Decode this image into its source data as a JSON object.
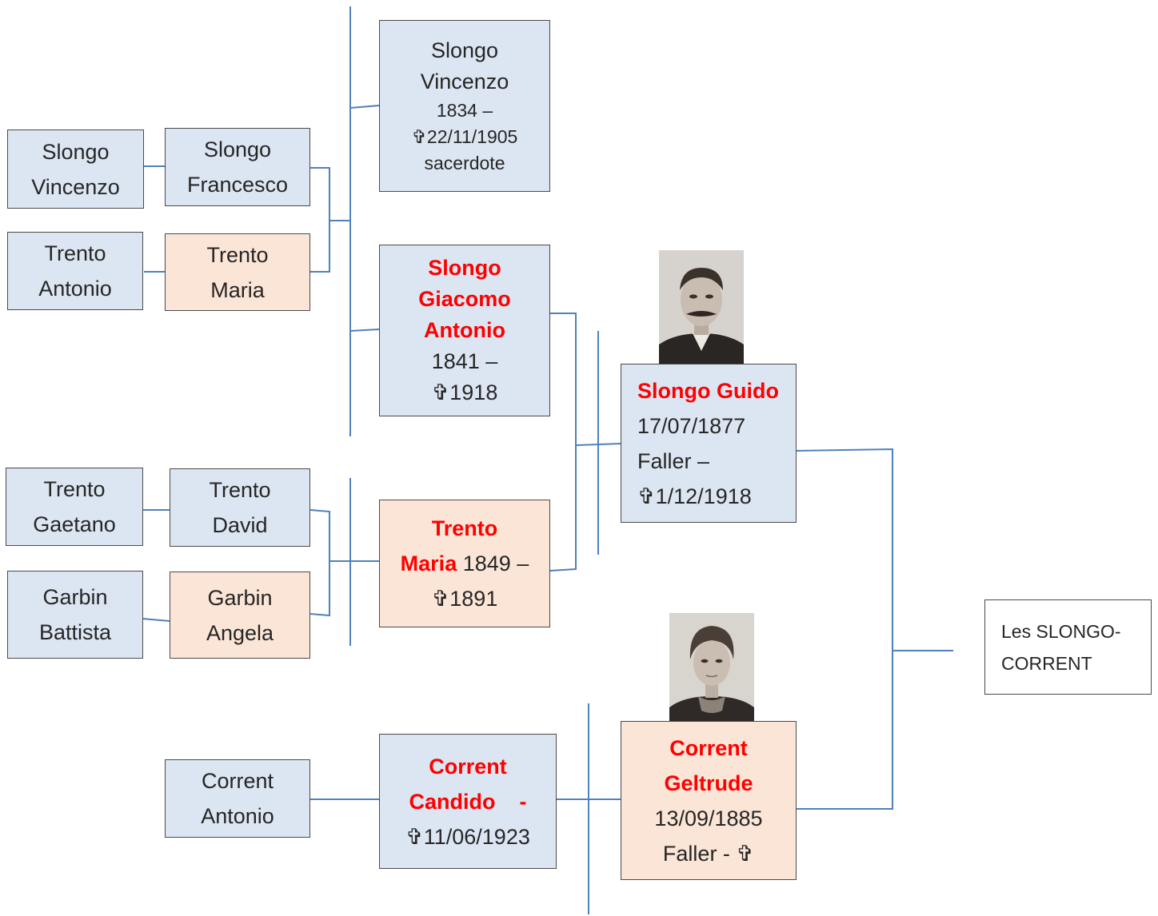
{
  "tree": {
    "persons": {
      "slongo_vincenzo_gp": {
        "line1": "Slongo",
        "line2": "Vincenzo"
      },
      "trento_antonio": {
        "line1": "Trento",
        "line2": "Antonio"
      },
      "slongo_francesco": {
        "line1": "Slongo",
        "line2": "Francesco"
      },
      "trento_maria_gp": {
        "line1": "Trento",
        "line2": "Maria"
      },
      "slongo_vincenzo_priest": {
        "line1": "Slongo",
        "line2": "Vincenzo",
        "line3": "1834 –",
        "line4": "✞22/11/1905",
        "line5": "sacerdote"
      },
      "slongo_giacomo": {
        "line1": "Slongo",
        "line2": "Giacomo",
        "line3": "Antonio",
        "line4": "1841 –",
        "line5": "✞1918"
      },
      "trento_gaetano": {
        "line1": "Trento",
        "line2": "Gaetano"
      },
      "garbin_battista": {
        "line1": "Garbin",
        "line2": "Battista"
      },
      "trento_david": {
        "line1": "Trento",
        "line2": "David"
      },
      "garbin_angela": {
        "line1": "Garbin",
        "line2": "Angela"
      },
      "trento_maria": {
        "line1": "Trento",
        "line2a": "Maria",
        "line2b": " 1849 –",
        "line3": "✞1891"
      },
      "slongo_guido": {
        "line1": "Slongo Guido",
        "line2": "17/07/1877",
        "line3": "Faller –",
        "line4": "✞1/12/1918"
      },
      "corrent_antonio": {
        "line1": "Corrent",
        "line2": "Antonio"
      },
      "corrent_candido": {
        "line1": "Corrent",
        "line2": "Candido    -",
        "line3": "✞11/06/1923"
      },
      "corrent_geltrude": {
        "line1": "Corrent",
        "line2": "Geltrude",
        "line3": "13/09/1885",
        "line4": "Faller - ✞"
      }
    },
    "family_label": {
      "line1": "Les SLONGO-",
      "line2": "CORRENT"
    }
  },
  "colors": {
    "male_fill": "#dce6f2",
    "female_fill": "#fbe5d6",
    "connector": "#4f81bd",
    "highlight_text": "#ff0000"
  }
}
